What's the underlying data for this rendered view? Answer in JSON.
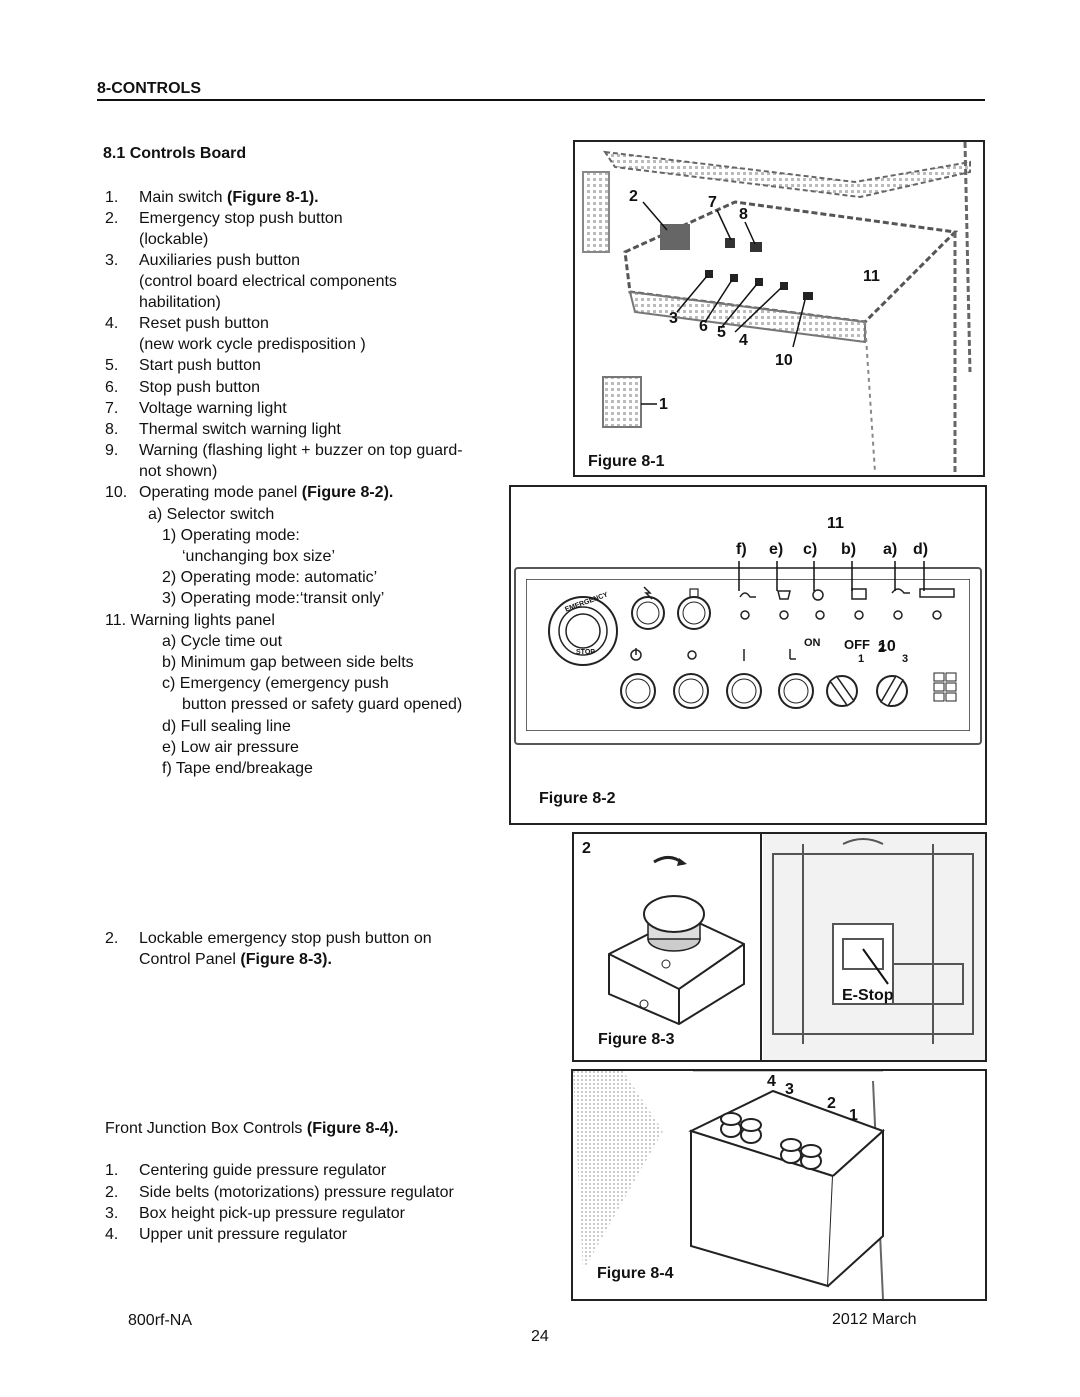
{
  "section": {
    "title": "8-CONTROLS"
  },
  "subsection": {
    "title": "8.1  Controls Board"
  },
  "list1": [
    {
      "n": "1.",
      "text": "Main switch ",
      "bold": "(Figure 8-1)."
    },
    {
      "n": "2.",
      "text": "Emergency stop push button",
      "bold": ""
    },
    {
      "n": "",
      "text": "(lockable)",
      "bold": ""
    },
    {
      "n": "3.",
      "text": "Auxiliaries push button",
      "bold": ""
    },
    {
      "n": "",
      "text": "(control board electrical components",
      "bold": ""
    },
    {
      "n": "",
      "text": "habilitation)",
      "bold": ""
    },
    {
      "n": "4.",
      "text": "Reset push button",
      "bold": ""
    },
    {
      "n": "",
      "text": "(new work cycle predisposition )",
      "bold": ""
    },
    {
      "n": "5.",
      "text": "Start push button",
      "bold": ""
    },
    {
      "n": "6.",
      "text": "Stop push button",
      "bold": ""
    },
    {
      "n": "7.",
      "text": "Voltage warning light",
      "bold": ""
    },
    {
      "n": "8.",
      "text": "Thermal switch warning light",
      "bold": ""
    },
    {
      "n": "9.",
      "text": "Warning (flashing light + buzzer on top guard-",
      "bold": ""
    },
    {
      "n": "",
      "text": " not shown)",
      "bold": ""
    },
    {
      "n": "10.",
      "text": "Operating mode panel ",
      "bold": "(Figure 8-2)."
    }
  ],
  "list1_sub": [
    {
      "indent": 1,
      "text": "a) Selector switch"
    },
    {
      "indent": 2,
      "text": "1) Operating mode:"
    },
    {
      "indent": 3,
      "text": "‘unchanging box size’"
    },
    {
      "indent": 2,
      "text": "2) Operating mode: automatic’"
    },
    {
      "indent": 2,
      "text": "3) Operating mode:‘transit only’"
    },
    {
      "indent": 0,
      "text": "11. Warning lights panel"
    },
    {
      "indent": 1,
      "text": "a) Cycle time out"
    },
    {
      "indent": 1,
      "text": "b) Minimum gap between side belts"
    },
    {
      "indent": 1,
      "text": "c) Emergency (emergency push"
    },
    {
      "indent": 4,
      "text": "button pressed or safety guard opened)"
    },
    {
      "indent": 1,
      "text": "d) Full sealing line"
    },
    {
      "indent": 1,
      "text": "e) Low air pressure"
    },
    {
      "indent": 1,
      "text": "f) Tape end/breakage"
    }
  ],
  "list2": {
    "n": "2.",
    "line1": "Lockable emergency stop push button on",
    "line2_text": "Control Panel ",
    "line2_bold": "(Figure 8-3)."
  },
  "list3": {
    "intro_text": "Front Junction Box Controls ",
    "intro_bold": "(Figure 8-4).",
    "items": [
      {
        "n": "1.",
        "text": "Centering guide pressure regulator"
      },
      {
        "n": "2.",
        "text": "Side belts (motorizations) pressure regulator"
      },
      {
        "n": "3.",
        "text": "Box height pick-up pressure regulator"
      },
      {
        "n": "4.",
        "text": "Upper unit pressure regulator"
      }
    ]
  },
  "fig1": {
    "caption": "Figure 8-1",
    "labels": [
      "2",
      "7",
      "8",
      "11",
      "3",
      "6",
      "5",
      "4",
      "10",
      "1"
    ]
  },
  "fig2": {
    "caption": "Figure 8-2",
    "top_number": "11",
    "letters": [
      "f)",
      "e)",
      "c)",
      "b)",
      "a)",
      "d)"
    ],
    "label_10": "10",
    "on_label": "ON",
    "off_label": "OFF",
    "sel_1": "1",
    "sel_2": "2",
    "sel_3": "3",
    "estop_ring_top": "EMERGENCY",
    "estop_ring_bottom": "STOP"
  },
  "fig3": {
    "caption": "Figure 8-3",
    "num": "2",
    "estop_label": "E-Stop"
  },
  "fig4": {
    "caption": "Figure 8-4",
    "labels": [
      "4",
      "3",
      "2",
      "1"
    ]
  },
  "footer": {
    "doc": "800rf-NA",
    "date": "2012 March",
    "page": "24"
  }
}
